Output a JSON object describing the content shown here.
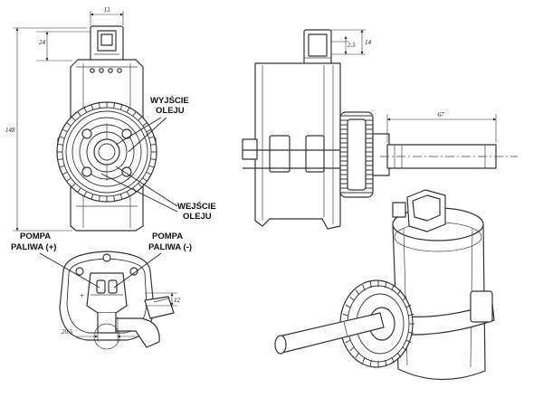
{
  "labels": {
    "wyjscie_1": "WYJŚCIE",
    "wyjscie_2": "OLEJU",
    "wejscie_1": "WEJŚCIE",
    "wejscie_2": "OLEJU",
    "pompa_plus_1": "POMPA",
    "pompa_plus_2": "PALIWA (+)",
    "pompa_minus_1": "POMPA",
    "pompa_minus_2": "PALIWA (-)"
  },
  "dimensions": {
    "connector_width": "13",
    "connector_height": "24",
    "overall_height": "148",
    "side_connector_a": "14",
    "side_connector_b": "2.5",
    "shaft_length": "67",
    "pin_spacing": "12",
    "bottom_width": "20.5"
  }
}
